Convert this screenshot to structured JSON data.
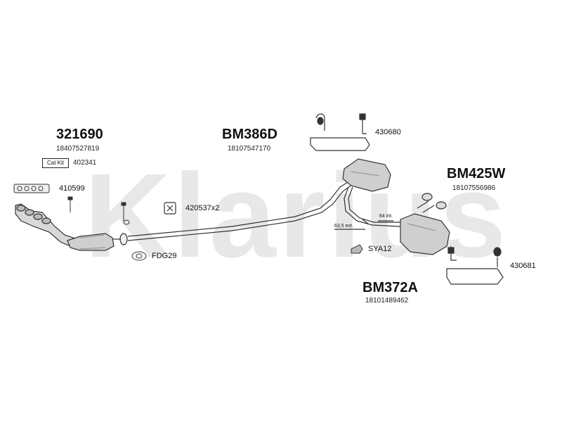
{
  "watermark": {
    "text": "Klarius"
  },
  "groups": [
    {
      "code": "321690",
      "ref": "18407527819"
    },
    {
      "code": "BM386D",
      "ref": "18107547170"
    },
    {
      "code": "BM425W",
      "ref": "18107556986"
    },
    {
      "code": "BM372A",
      "ref": "18101489462"
    }
  ],
  "catkit": {
    "label": "Cat Kit",
    "code": "402341"
  },
  "parts": {
    "gasket_manifold": "410599",
    "clamp": "420537x2",
    "gasket_flange": "FDG29",
    "mounting_front": "430680",
    "mounting_rear": "430681",
    "rubber_hanger": "SYA12"
  },
  "dimensions": {
    "ext_635": "63,5 ext.",
    "int_64": "64 int."
  }
}
